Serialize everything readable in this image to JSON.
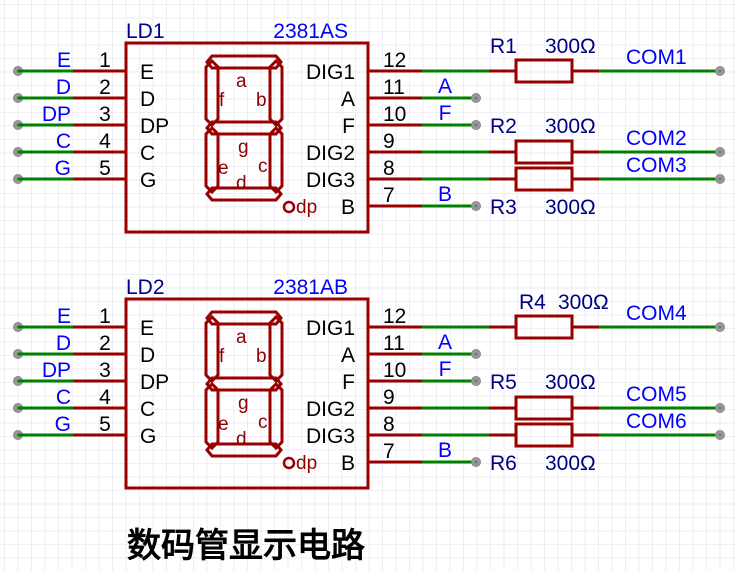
{
  "title": "数码管显示电路",
  "colors": {
    "component": "#990000",
    "wire": "#008000",
    "net_label": "#0000ff",
    "designator": "#000080",
    "pin_text": "#000000",
    "terminal": "#999999"
  },
  "displays": [
    {
      "designator": "LD1",
      "part": "2381AS",
      "left_pins": [
        {
          "num": "1",
          "name": "E",
          "net": "E"
        },
        {
          "num": "2",
          "name": "D",
          "net": "D"
        },
        {
          "num": "3",
          "name": "DP",
          "net": "DP"
        },
        {
          "num": "4",
          "name": "C",
          "net": "C"
        },
        {
          "num": "5",
          "name": "G",
          "net": "G"
        }
      ],
      "right_pins": [
        {
          "num": "12",
          "name": "DIG1"
        },
        {
          "num": "11",
          "name": "A",
          "net": "A"
        },
        {
          "num": "10",
          "name": "F",
          "net": "F"
        },
        {
          "num": "9",
          "name": "DIG2"
        },
        {
          "num": "8",
          "name": "DIG3"
        },
        {
          "num": "7",
          "name": "B",
          "net": "B"
        }
      ],
      "segments": [
        "a",
        "b",
        "c",
        "d",
        "e",
        "f",
        "g",
        "dp"
      ],
      "resistors": [
        {
          "ref": "R1",
          "value": "300Ω",
          "net": "COM1"
        },
        {
          "ref": "R2",
          "value": "300Ω",
          "net": "COM2"
        },
        {
          "ref": "R3",
          "value": "300Ω",
          "net": "COM3"
        }
      ]
    },
    {
      "designator": "LD2",
      "part": "2381AB",
      "left_pins": [
        {
          "num": "1",
          "name": "E",
          "net": "E"
        },
        {
          "num": "2",
          "name": "D",
          "net": "D"
        },
        {
          "num": "3",
          "name": "DP",
          "net": "DP"
        },
        {
          "num": "4",
          "name": "C",
          "net": "C"
        },
        {
          "num": "5",
          "name": "G",
          "net": "G"
        }
      ],
      "right_pins": [
        {
          "num": "12",
          "name": "DIG1"
        },
        {
          "num": "11",
          "name": "A",
          "net": "A"
        },
        {
          "num": "10",
          "name": "F",
          "net": "F"
        },
        {
          "num": "9",
          "name": "DIG2"
        },
        {
          "num": "8",
          "name": "DIG3"
        },
        {
          "num": "7",
          "name": "B",
          "net": "B"
        }
      ],
      "segments": [
        "a",
        "b",
        "c",
        "d",
        "e",
        "f",
        "g",
        "dp"
      ],
      "resistors": [
        {
          "ref": "R4",
          "value": "300Ω",
          "net": "COM4"
        },
        {
          "ref": "R5",
          "value": "300Ω",
          "net": "COM5"
        },
        {
          "ref": "R6",
          "value": "300Ω",
          "net": "COM6"
        }
      ]
    }
  ]
}
